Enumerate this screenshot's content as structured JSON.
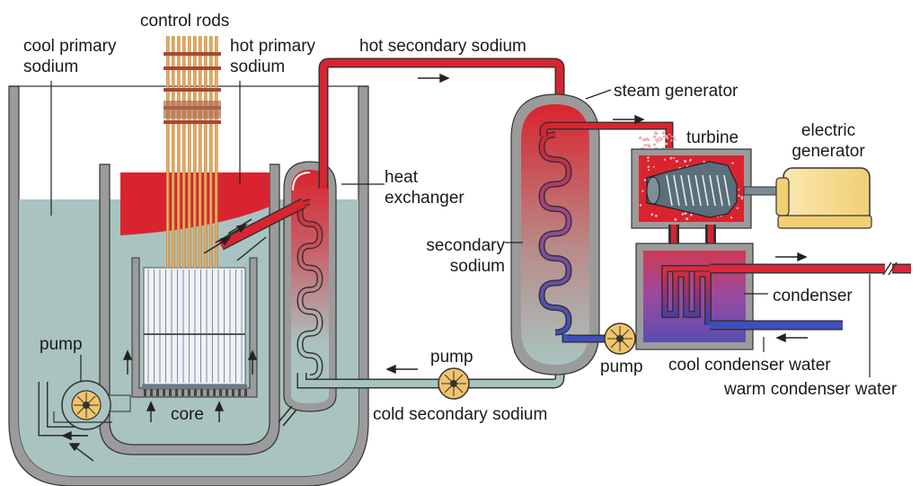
{
  "labels": {
    "control_rods": "control rods",
    "cool_primary_sodium": "cool primary sodium",
    "hot_primary_sodium": "hot primary sodium",
    "hot_secondary_sodium": "hot secondary sodium",
    "steam_generator": "steam generator",
    "turbine": "turbine",
    "electric_generator": "electric generator",
    "heat_exchanger": "heat exchanger",
    "secondary_sodium": "secondary sodium",
    "condenser": "condenser",
    "pump_primary": "pump",
    "pump_secondary": "pump",
    "pump_condensate": "pump",
    "core": "core",
    "cold_secondary_sodium": "cold secondary sodium",
    "cool_condenser_water": "cool condenser water",
    "warm_condenser_water": "warm condenser water"
  },
  "colors": {
    "hot_sodium": "#d9242f",
    "cool_sodium": "#a9c3c0",
    "vessel_wall": "#9b9b9b",
    "cool_water": "#4a4fb5",
    "warm_water": "#d8283a",
    "generator_body": "#f6d98b",
    "pump_body": "#f2c46b"
  }
}
